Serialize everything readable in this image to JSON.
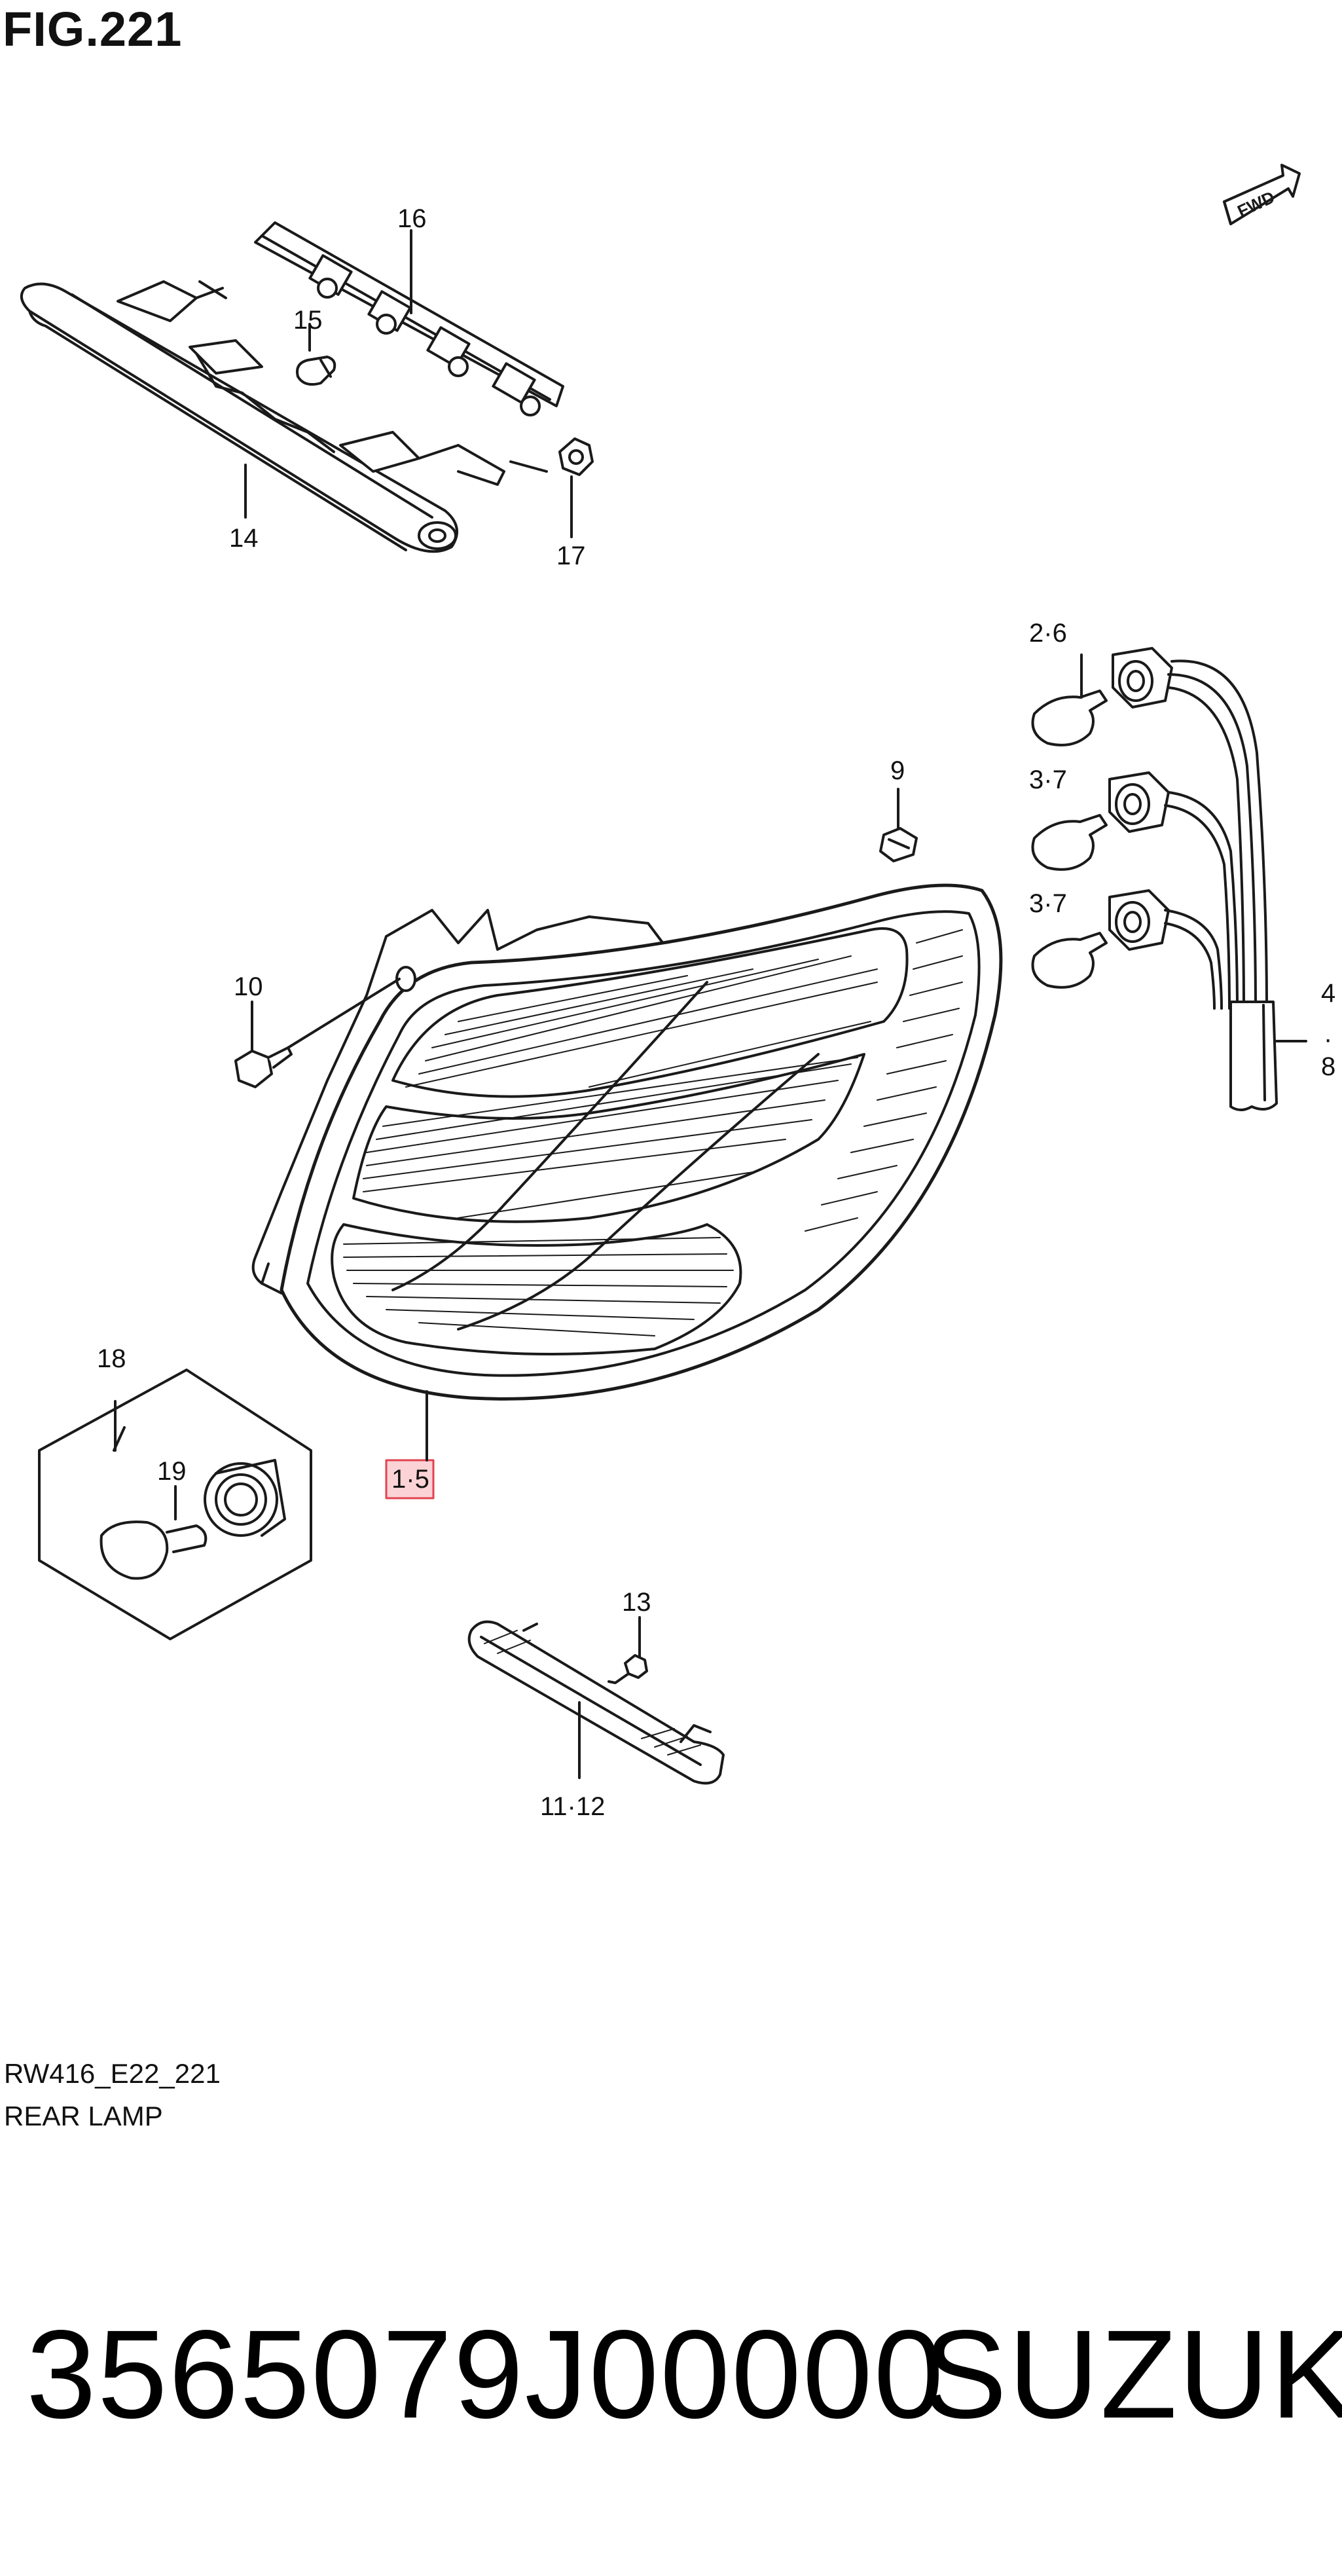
{
  "figure": {
    "title": "FIG.221",
    "code": "RW416_E22_221",
    "name": "REAR LAMP",
    "fwd_label": "FWD"
  },
  "callouts": {
    "c1_5": "1·5",
    "c2_6": "2·6",
    "c3_7_top": "3·7",
    "c3_7_bottom": "3·7",
    "c4": "4",
    "c4_dot": "·",
    "c8": "8",
    "c9": "9",
    "c10": "10",
    "c11_12": "11·12",
    "c13": "13",
    "c14": "14",
    "c15": "15",
    "c16": "16",
    "c17": "17",
    "c18": "18",
    "c19": "19"
  },
  "footer": {
    "part_number": "3565079J00000",
    "brand": "SUZUKI"
  },
  "colors": {
    "line": "#1a1a1a",
    "highlight_fill": "#fbd3d6",
    "highlight_stroke": "#e0434f"
  }
}
